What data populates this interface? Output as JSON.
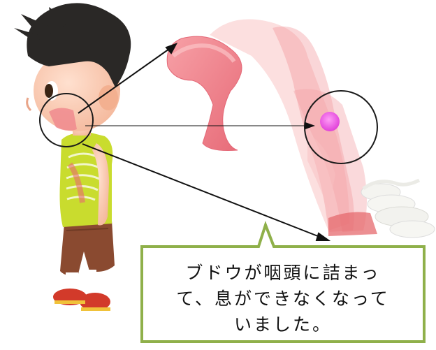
{
  "callout": {
    "lines": [
      "ブドウが咽頭に詰まっ",
      "て、息ができなくなって",
      "いました。"
    ]
  },
  "colors": {
    "callout_border": "#8fb04a",
    "highlight_circle": "#ee55e8",
    "tissue_pink": "#f07a82",
    "shirt_green": "#c9dc2e",
    "shorts_brown": "#8a4a30",
    "hair": "#2a2826"
  },
  "icons": {
    "subject": "boy-figure",
    "detail": "pharynx-anatomy",
    "marker": "grape-obstruction"
  }
}
